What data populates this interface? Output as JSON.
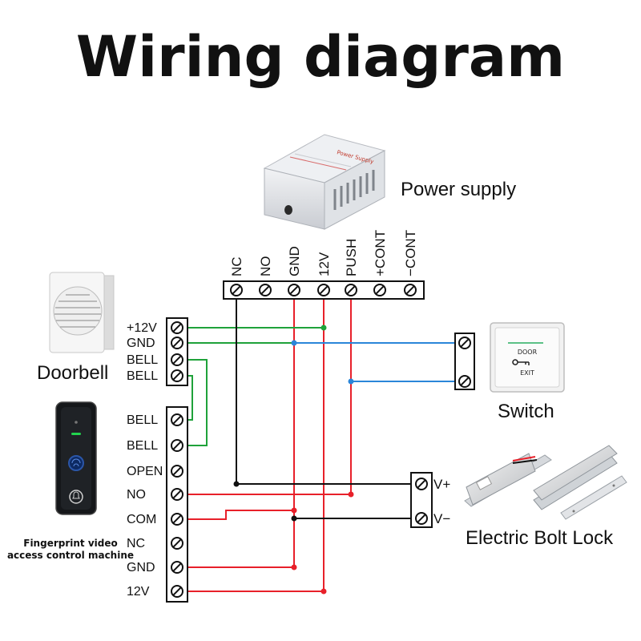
{
  "title": "Wiring diagram",
  "devices": {
    "power_supply": "Power supply",
    "doorbell": "Doorbell",
    "access_machine": [
      "Fingerprint video",
      "access control machine"
    ],
    "switch": "Switch",
    "lock": "Electric Bolt Lock"
  },
  "power_terminals": [
    "NC",
    "NO",
    "GND",
    "12V",
    "PUSH",
    "+CONT",
    "−CONT"
  ],
  "doorbell_terminals": [
    "+12V",
    "GND",
    "BELL",
    "BELL"
  ],
  "machine_terminals": [
    "BELL",
    "BELL",
    "OPEN",
    "NO",
    "COM",
    "NC",
    "GND",
    "12V"
  ],
  "lock_terminals": [
    "V+",
    "V−"
  ],
  "exit_button": [
    "DOOR",
    "EXIT"
  ],
  "psu_label": "Power Supply",
  "colors": {
    "red": "#e8202a",
    "blue": "#2b86d9",
    "green": "#1fa23a",
    "black": "#111111"
  }
}
